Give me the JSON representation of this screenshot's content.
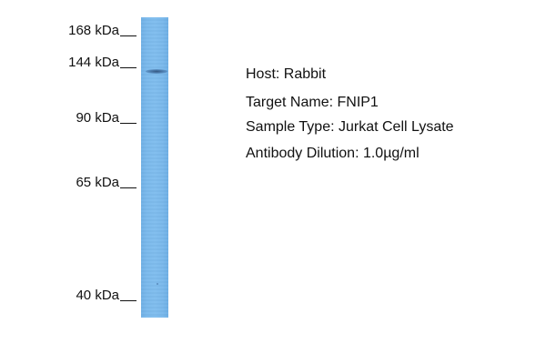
{
  "markers": [
    {
      "label": "168 kDa"
    },
    {
      "label": "144 kDa"
    },
    {
      "label": "90 kDa"
    },
    {
      "label": "65 kDa"
    },
    {
      "label": "40 kDa"
    }
  ],
  "info": {
    "host": "Host: Rabbit",
    "target": "Target Name: FNIP1",
    "sample": "Sample Type: Jurkat Cell Lysate",
    "dilution": "Antibody Dilution: 1.0µg/ml"
  },
  "colors": {
    "lane": "#7ab9ec",
    "band": "#2e5a8c"
  }
}
